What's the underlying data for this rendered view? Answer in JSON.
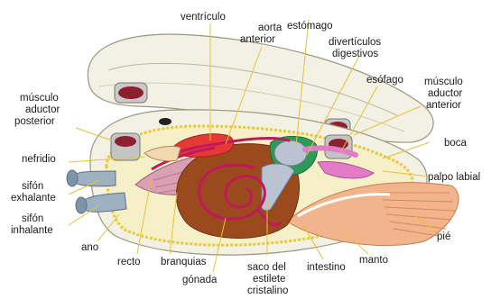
{
  "labels": {
    "ventriculo": "ventrículo",
    "aorta_anterior": [
      "aorta",
      "anterior"
    ],
    "estomago": "estómago",
    "diverticulos_digestivos": [
      "divertículos",
      "digestivos"
    ],
    "esofago": "esófago",
    "musculo_aductor_anterior": [
      "músculo",
      "aductor",
      "anterior"
    ],
    "musculo_aductor_posterior": [
      "músculo",
      "aductor",
      "posterior"
    ],
    "nefridio": "nefridio",
    "sifon_exhalante": [
      "sifón",
      "exhalante"
    ],
    "sifon_inhalante": [
      "sifón",
      "inhalante"
    ],
    "boca": "boca",
    "palpo_labial": "palpo labial",
    "pie": "pié",
    "ano": "ano",
    "recto": "recto",
    "branquias": "branquias",
    "gonada": "gónada",
    "saco_del_estilete_cristalino": [
      "saco del",
      "estilete",
      "cristalino"
    ],
    "intestino": "intestino",
    "manto": "manto"
  },
  "colors": {
    "shell": "#f3f1e4",
    "shell_edge": "#9a9880",
    "body": "#f6f0c8",
    "mantle_edge": "#e8c93a",
    "gonad": "#9b4a1e",
    "intestine": "#c2185b",
    "gill": "#d9a0b4",
    "heart": "#e53935",
    "digestive_gland": "#2e9a5a",
    "foot": "#f2b48c",
    "siphon": "#9eb1c2",
    "muscle": "#c4c4c4"
  }
}
